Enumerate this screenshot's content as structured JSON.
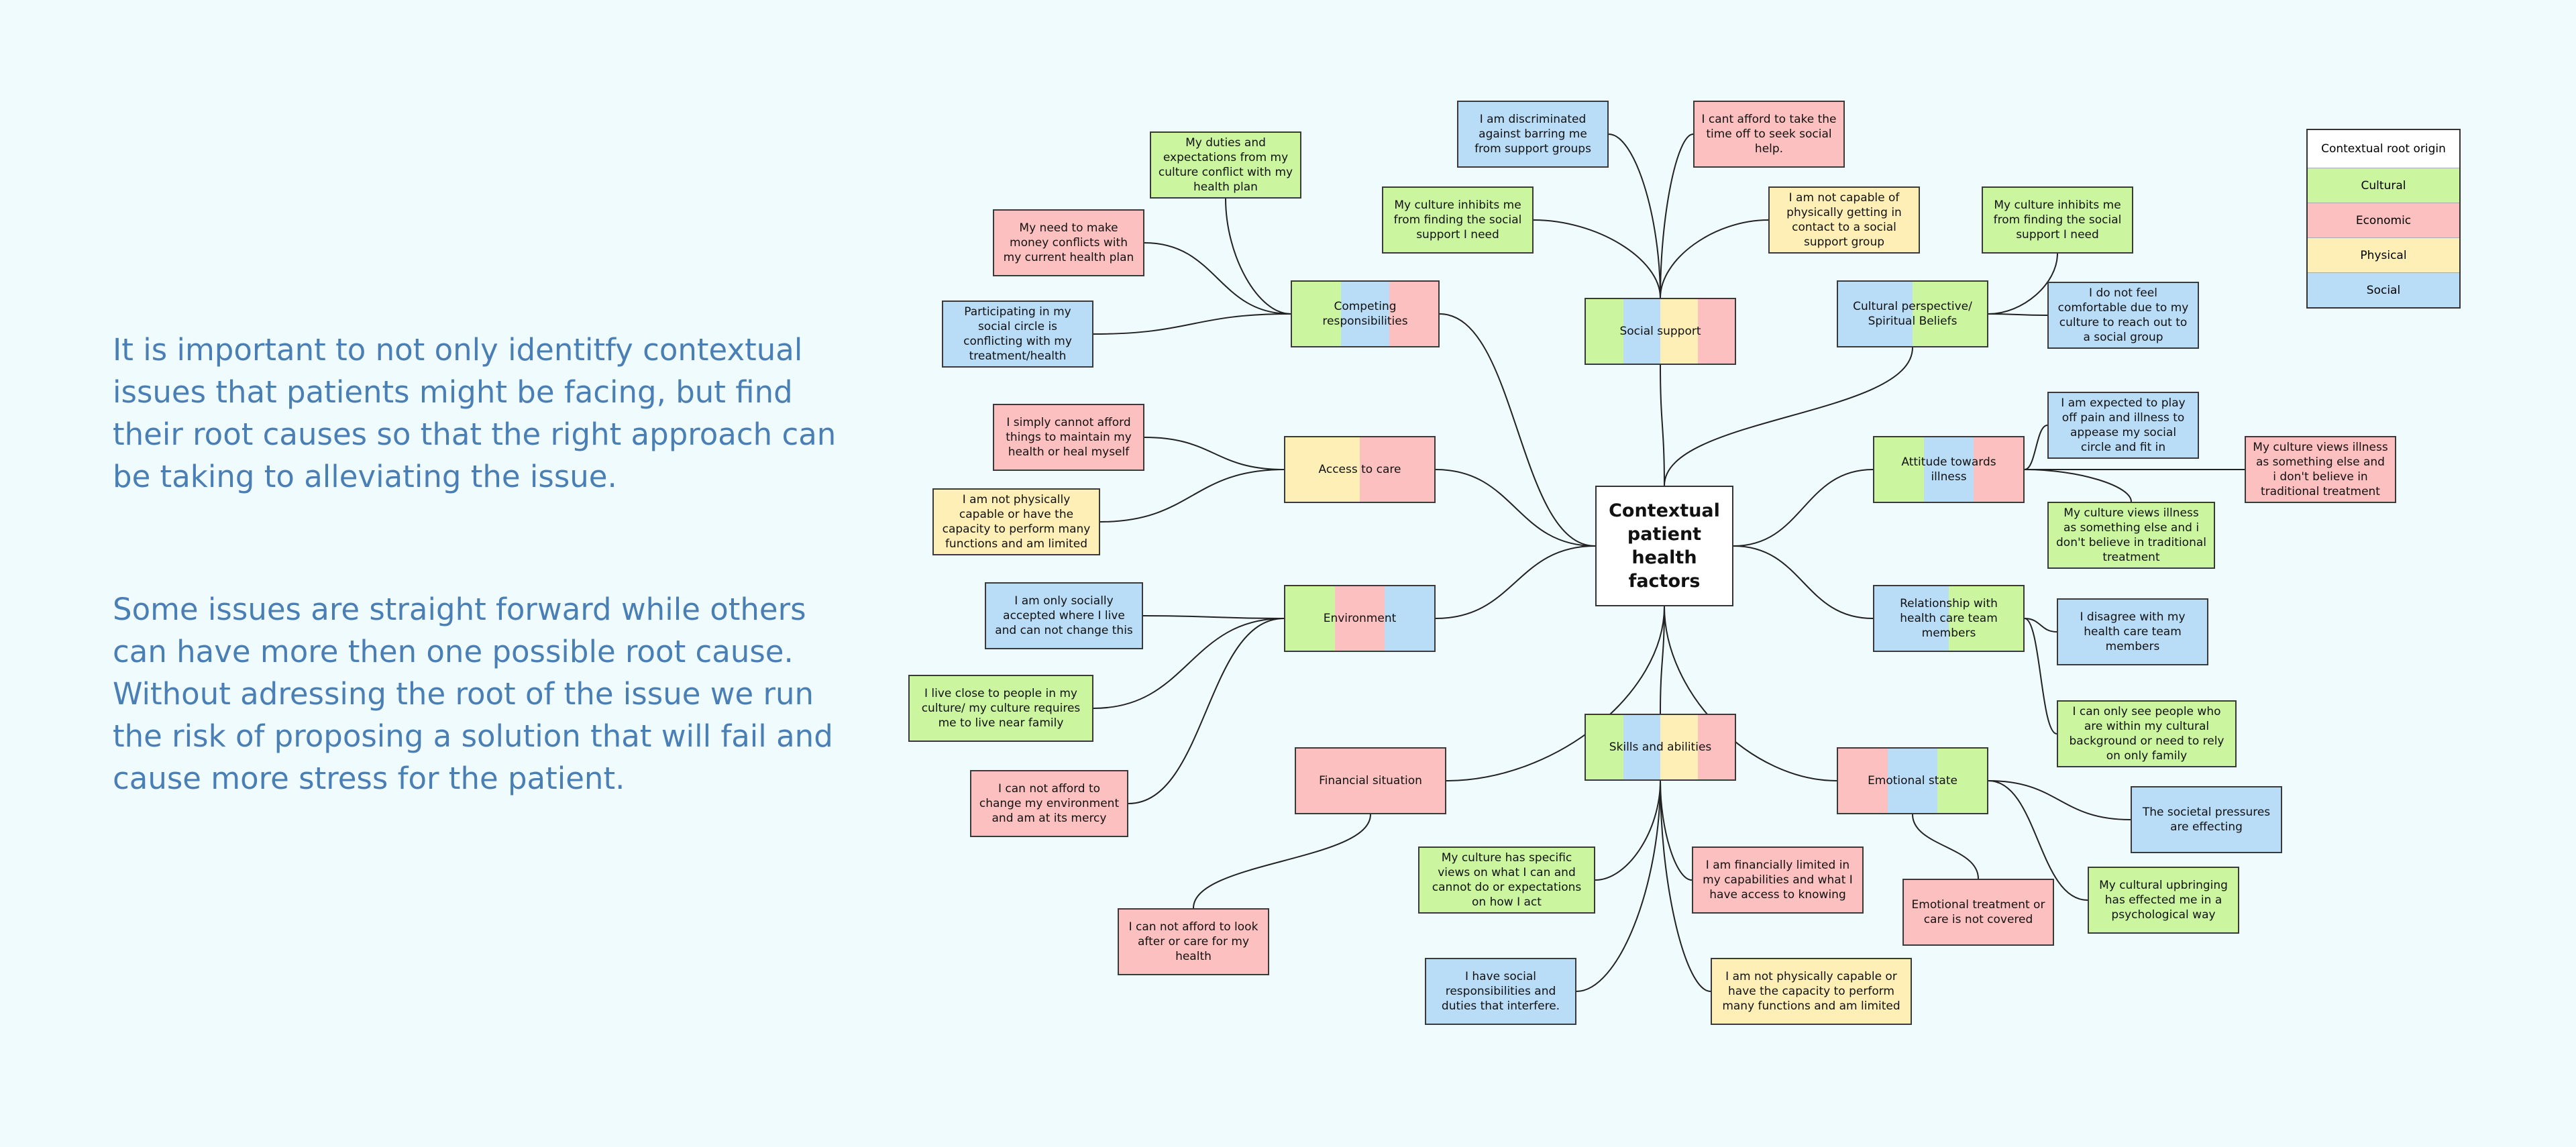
{
  "intro": {
    "paragraph1": "It is important to not only identitfy contextual issues that patients might be facing, but find their root causes so that the right approach can be taking to alleviating the issue.",
    "paragraph2": "Some issues are straight forward while others can have more then one possible root cause. Without adressing the root of the issue we run the risk of proposing a solution that will fail and cause more stress for the patient."
  },
  "colors": {
    "cultural": "#ccf5a0",
    "economic": "#fcc0c0",
    "physical": "#fdefb6",
    "social": "#b9dcf7",
    "center": "#ffffff",
    "text_blue": "#4a7fb5"
  },
  "legend": {
    "title": "Contextual root origin",
    "items": [
      {
        "label": "Cultural",
        "key": "cultural"
      },
      {
        "label": "Economic",
        "key": "economic"
      },
      {
        "label": "Physical",
        "key": "physical"
      },
      {
        "label": "Social",
        "key": "social"
      }
    ]
  },
  "center": {
    "label": "Contextual patient health factors"
  },
  "categories": [
    {
      "id": "competing",
      "label": "Competing responsibilities",
      "roots": [
        "cultural",
        "social",
        "economic"
      ]
    },
    {
      "id": "social_support",
      "label": "Social support",
      "roots": [
        "cultural",
        "social",
        "physical",
        "economic"
      ]
    },
    {
      "id": "cultural_perspective",
      "label": "Cultural perspective/ Spiritual Beliefs",
      "roots": [
        "social",
        "cultural"
      ]
    },
    {
      "id": "access",
      "label": "Access to care",
      "roots": [
        "physical",
        "economic"
      ]
    },
    {
      "id": "attitude",
      "label": "Attitude towards illness",
      "roots": [
        "cultural",
        "social",
        "economic"
      ]
    },
    {
      "id": "environment",
      "label": "Environment",
      "roots": [
        "cultural",
        "economic",
        "social"
      ]
    },
    {
      "id": "relationship",
      "label": "Relationship with health care team members",
      "roots": [
        "social",
        "cultural"
      ]
    },
    {
      "id": "skills",
      "label": "Skills and abilities",
      "roots": [
        "cultural",
        "social",
        "physical",
        "economic"
      ]
    },
    {
      "id": "financial",
      "label": "Financial situation",
      "roots": [
        "economic"
      ]
    },
    {
      "id": "emotional",
      "label": "Emotional state",
      "roots": [
        "economic",
        "social",
        "cultural"
      ]
    }
  ],
  "causes": [
    {
      "id": "c1",
      "parent": "competing",
      "root": "cultural",
      "label": "My duties and expectations from my culture conflict with my health plan"
    },
    {
      "id": "c2",
      "parent": "competing",
      "root": "economic",
      "label": "My need to make money conflicts with my current health plan"
    },
    {
      "id": "c3",
      "parent": "competing",
      "root": "social",
      "label": "Participating in my social circle is conflicting with my treatment/health"
    },
    {
      "id": "s1",
      "parent": "social_support",
      "root": "social",
      "label": "I am discriminated against barring me from support groups"
    },
    {
      "id": "s2",
      "parent": "social_support",
      "root": "economic",
      "label": "I cant afford to take the time off to seek social help."
    },
    {
      "id": "s3",
      "parent": "social_support",
      "root": "cultural",
      "label": "My culture inhibits me from finding the social support I need"
    },
    {
      "id": "s4",
      "parent": "social_support",
      "root": "physical",
      "label": "I am not capable of physically getting in contact to a social support group"
    },
    {
      "id": "p1",
      "parent": "cultural_perspective",
      "root": "cultural",
      "label": "My culture inhibits me from finding the social support I need"
    },
    {
      "id": "p2",
      "parent": "cultural_perspective",
      "root": "social",
      "label": "I do not feel comfortable due to my culture to reach out to a social group"
    },
    {
      "id": "a1",
      "parent": "access",
      "root": "economic",
      "label": "I simply cannot afford things to maintain my health or heal myself"
    },
    {
      "id": "a2",
      "parent": "access",
      "root": "physical",
      "label": "I am not physically capable or have the capacity to perform many functions and am limited"
    },
    {
      "id": "t1",
      "parent": "attitude",
      "root": "social",
      "label": "I am expected to play off pain and illness to appease my social circle and fit in"
    },
    {
      "id": "t2",
      "parent": "attitude",
      "root": "economic",
      "label": "My culture views illness as something else and i don't believe in traditional treatment"
    },
    {
      "id": "t3",
      "parent": "attitude",
      "root": "cultural",
      "label": "My culture views illness as something else and i don't believe in traditional treatment"
    },
    {
      "id": "e1",
      "parent": "environment",
      "root": "social",
      "label": "I am only socially accepted where I live and can not change this"
    },
    {
      "id": "e2",
      "parent": "environment",
      "root": "cultural",
      "label": "I live close to people in my culture/ my culture requires me to live near family"
    },
    {
      "id": "e3",
      "parent": "environment",
      "root": "economic",
      "label": "I can not afford to change my environment and am at its mercy"
    },
    {
      "id": "r1",
      "parent": "relationship",
      "root": "social",
      "label": "I disagree with my health care team members"
    },
    {
      "id": "r2",
      "parent": "relationship",
      "root": "cultural",
      "label": "I can only see people who are within my cultural background or need to rely on only family"
    },
    {
      "id": "k1",
      "parent": "skills",
      "root": "cultural",
      "label": "My culture has specific views on what I can and cannot do or expectations on how I act"
    },
    {
      "id": "k2",
      "parent": "skills",
      "root": "economic",
      "label": "I am financially limited in my capabilities and what I have access to knowing"
    },
    {
      "id": "k3",
      "parent": "skills",
      "root": "social",
      "label": "I have social responsibilities and duties that interfere."
    },
    {
      "id": "k4",
      "parent": "skills",
      "root": "physical",
      "label": "I am not physically capable or have the capacity to perform many functions and am limited"
    },
    {
      "id": "f1",
      "parent": "financial",
      "root": "economic",
      "label": "I can not afford to look after or care for my health"
    },
    {
      "id": "m1",
      "parent": "emotional",
      "root": "social",
      "label": "The societal pressures are effecting"
    },
    {
      "id": "m2",
      "parent": "emotional",
      "root": "economic",
      "label": "Emotional treatment or care is not covered"
    },
    {
      "id": "m3",
      "parent": "emotional",
      "root": "cultural",
      "label": "My cultural upbringing has effected me in a psychological way"
    }
  ]
}
